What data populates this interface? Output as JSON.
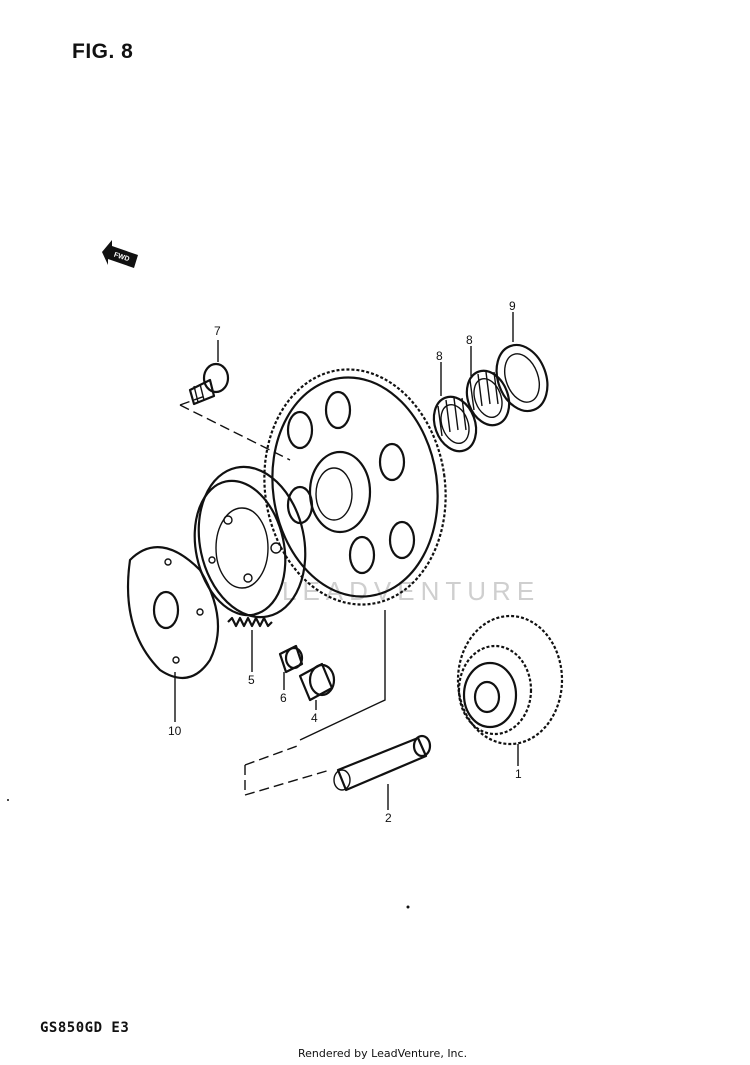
{
  "figure": {
    "title": "FIG. 8",
    "model": "GS850GD E3",
    "credit": "Rendered by LeadVenture, Inc.",
    "watermark": "LEADVENTURE",
    "fwd_label": "FWD"
  },
  "callouts": [
    {
      "id": "c7",
      "label": "7"
    },
    {
      "id": "c8a",
      "label": "8"
    },
    {
      "id": "c8b",
      "label": "8"
    },
    {
      "id": "c9",
      "label": "9"
    },
    {
      "id": "c10",
      "label": "10"
    },
    {
      "id": "c5",
      "label": "5"
    },
    {
      "id": "c6",
      "label": "6"
    },
    {
      "id": "c4",
      "label": "4"
    },
    {
      "id": "c1",
      "label": "1"
    },
    {
      "id": "c2",
      "label": "2"
    }
  ]
}
